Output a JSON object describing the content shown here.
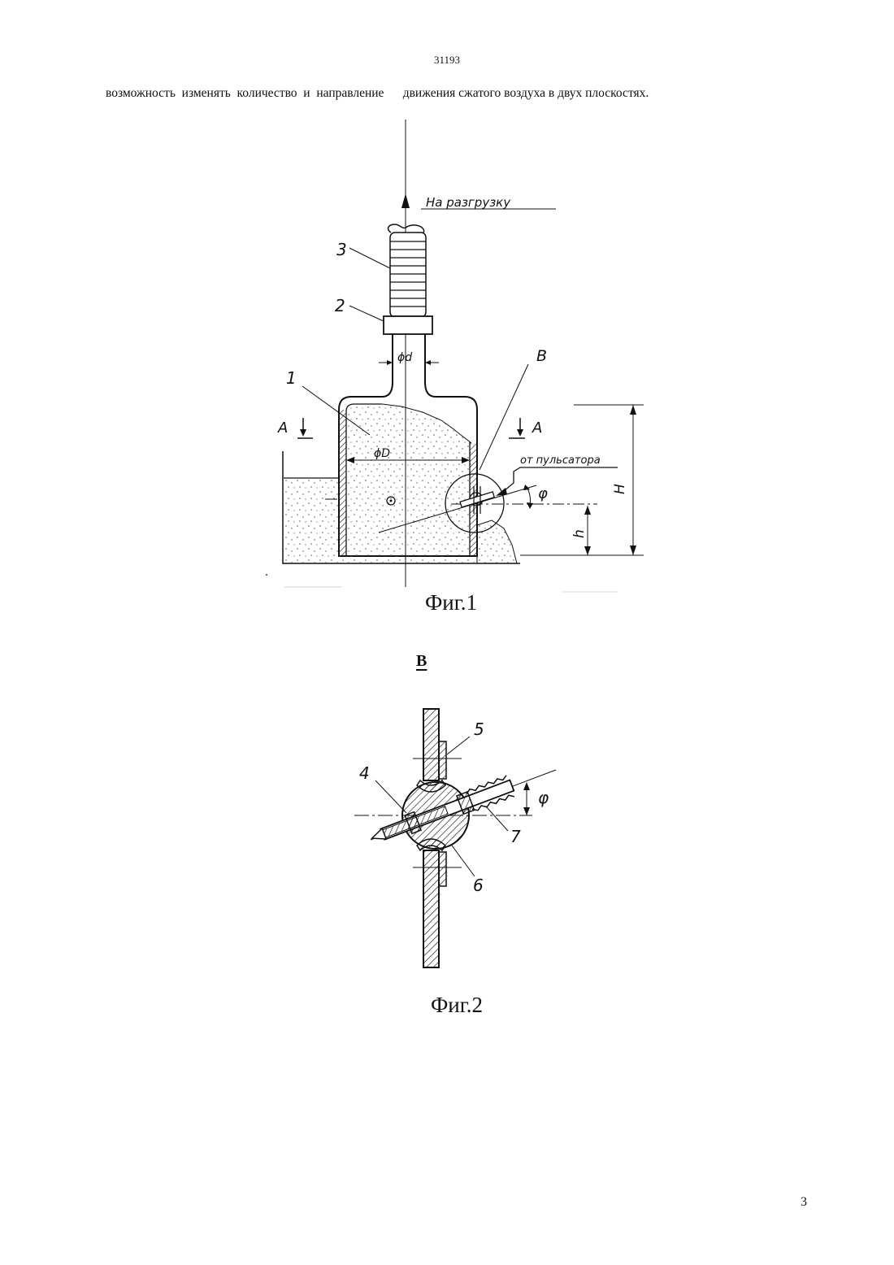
{
  "page": {
    "doc_number": "31193",
    "text_line": "возможность  изменять  количество  и  направление      движения сжатого воздуха в двух плоскостях.",
    "page_number": "3"
  },
  "figure1": {
    "caption": "Фиг.1",
    "labels": {
      "unload": "На разгрузку",
      "pulsator": "от пульсатора",
      "part1": "1",
      "part2": "2",
      "part3": "3",
      "section_a_left": "А",
      "section_a_right": "А",
      "view_b": "В",
      "dia_d": "ϕd",
      "dia_D": "ϕD",
      "height_H": "H",
      "height_h": "h",
      "angle_phi": "φ"
    }
  },
  "figure2": {
    "view_label": "В",
    "caption": "Фиг.2",
    "labels": {
      "part4": "4",
      "part5": "5",
      "part6": "6",
      "part7": "7",
      "angle_phi": "φ"
    }
  }
}
